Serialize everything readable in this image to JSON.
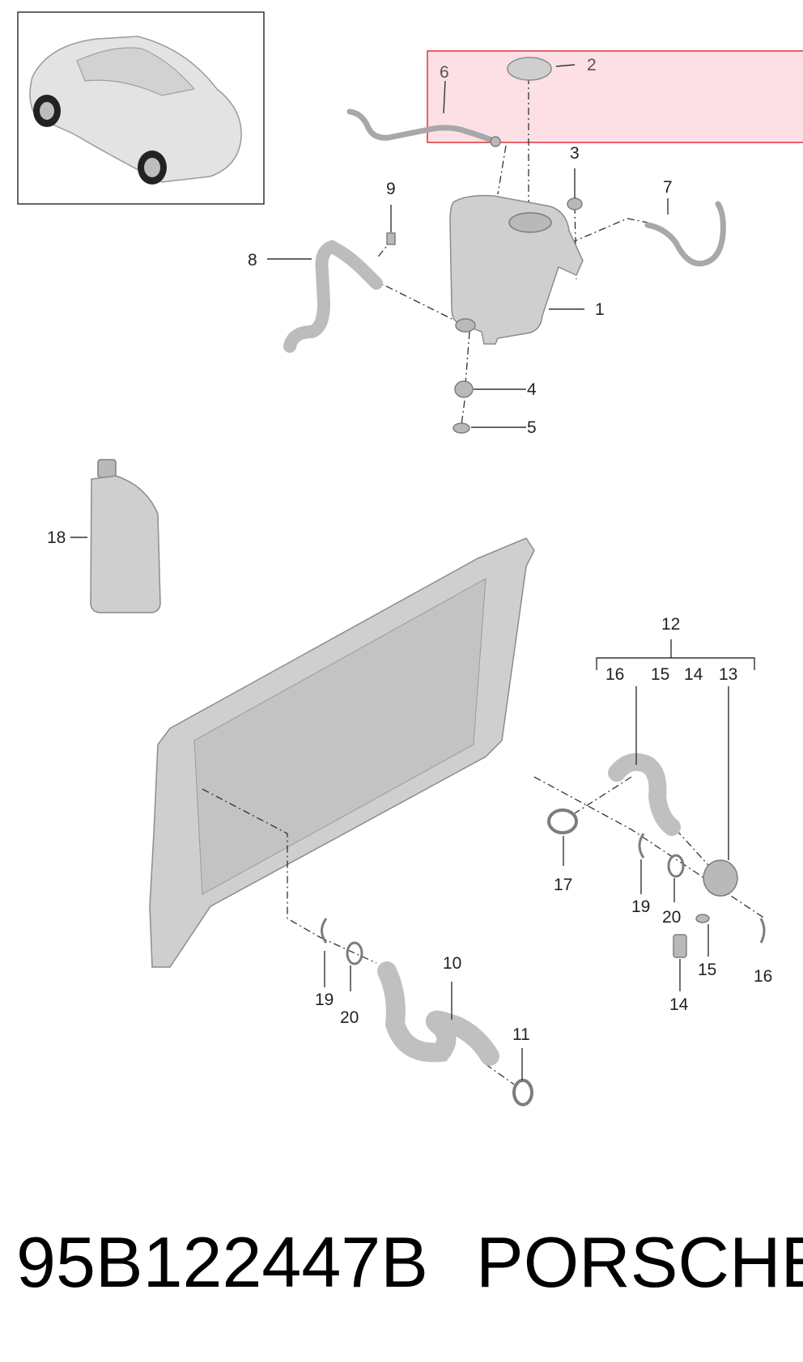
{
  "callouts": {
    "c1": "1",
    "c2": "2",
    "c3": "3",
    "c4": "4",
    "c5": "5",
    "c6": "6",
    "c7": "7",
    "c8": "8",
    "c9": "9",
    "c10": "10",
    "c11": "11",
    "c12": "12",
    "c13": "13",
    "c14a": "14",
    "c14b": "14",
    "c15a": "15",
    "c15b": "15",
    "c16a": "16",
    "c16b": "16",
    "c17": "17",
    "c18": "18",
    "c19a": "19",
    "c19b": "19",
    "c20a": "20",
    "c20b": "20"
  },
  "footer": {
    "part_number": "95B122447B",
    "brand": "PORSCHE"
  },
  "colors": {
    "highlight_fill": "#fde0e6",
    "highlight_stroke": "#e0323c"
  }
}
